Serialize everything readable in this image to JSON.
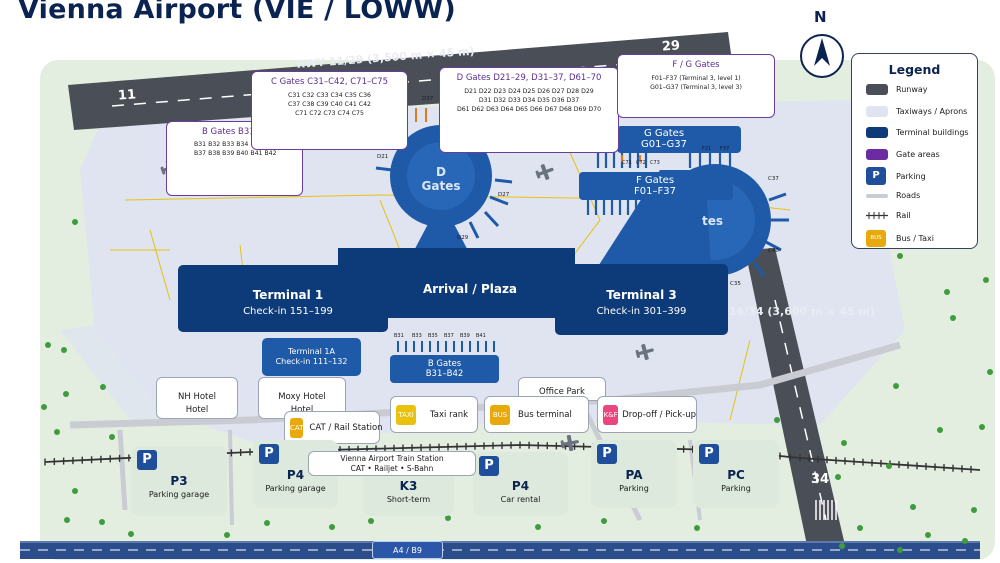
{
  "title": "Vienna Airport (VIE / LOWW)",
  "north": "N",
  "runways": {
    "north": {
      "label": "RWY 11/29 (3,500 m × 45 m)",
      "end_left": "11",
      "end_right": "29"
    },
    "east": {
      "label": "RWY 16/34 (3,600 m × 45 m)",
      "end_bottom": "34"
    }
  },
  "terminals": {
    "t1": {
      "name": "Terminal 1",
      "sub": "Check-in 151–199"
    },
    "plaza": {
      "name": "Arrival / Plaza"
    },
    "t3": {
      "name": "Terminal 3",
      "sub": "Check-in 301–399"
    },
    "t1a": {
      "name": "Terminal 1A",
      "sub": "Check-in 111–132"
    }
  },
  "piers": {
    "d": {
      "name": "D",
      "sub": "Gates"
    },
    "g": {
      "name": "G Gates",
      "sub": "G01–G37"
    },
    "f": {
      "name": "F Gates",
      "sub": "F01–F37"
    },
    "g_ring": {
      "sub": "tes"
    },
    "b": {
      "name": "B Gates",
      "sub": "B31–B42"
    }
  },
  "callouts": {
    "b": {
      "title": "B Gates B31",
      "lines": [
        "B31 B32 B33 B34",
        "B37 B38 B39 B40 B41 B42"
      ]
    },
    "c": {
      "title": "C Gates C31–C42, C71–C75",
      "lines": [
        "C31 C32 C33 C34 C35 C36",
        "C37 C38 C39 C40 C41 C42",
        "C71 C72 C73 C74 C75"
      ]
    },
    "d": {
      "title": "D Gates D21–29, D31–37, D61–70",
      "lines": [
        "D21 D22 D23 D24 D25 D26 D27 D28 D29",
        "D31 D32 D33 D34 D35 D36 D37",
        "D61 D62 D63 D64 D65 D66 D67 D68 D69 D70"
      ]
    },
    "fg": {
      "title": "F / G Gates",
      "lines": [
        "F01–F37  (Terminal 3, level 1)",
        "G01–G37  (Terminal 3, level 3)"
      ]
    }
  },
  "gate_labels": {
    "d37": "D37",
    "d21": "D21",
    "d27": "D27",
    "d29": "D29",
    "c37": "C37",
    "c40": "C40",
    "c35": "C35",
    "c71": "C71",
    "c72": "C72",
    "c73": "C73",
    "f21": "F21",
    "f37": "F37",
    "b31": "B31",
    "b33": "B33",
    "b35": "B35",
    "b37": "B37",
    "b39": "B39",
    "b41": "B41"
  },
  "pois": {
    "nh": {
      "name": "NH Hotel",
      "sub": "Hotel"
    },
    "moxy": {
      "name": "Moxy Hotel",
      "sub": "Hotel"
    },
    "office": {
      "name": "Office Park"
    },
    "cat": {
      "tag": "CAT",
      "label": "CAT / Rail Station"
    },
    "taxi": {
      "tag": "TAXI",
      "label": "Taxi rank"
    },
    "bus": {
      "tag": "BUS",
      "label": "Bus terminal"
    },
    "kf": {
      "tag": "K&F",
      "label": "Drop-off / Pick-up"
    },
    "train": {
      "line1": "Vienna Airport Train Station",
      "line2": "CAT • Railjet • S-Bahn"
    }
  },
  "parking": [
    {
      "code": "P3",
      "sub": "Parking garage"
    },
    {
      "code": "P4",
      "sub": "Parking garage"
    },
    {
      "code": "K3",
      "sub": "Short-term"
    },
    {
      "code": "P4",
      "sub": "Car rental"
    },
    {
      "code": "PA",
      "sub": "Parking"
    },
    {
      "code": "PC",
      "sub": "Parking"
    }
  ],
  "parking_badge": "P",
  "highway": "A4 / B9",
  "legend": {
    "title": "Legend",
    "items": [
      {
        "label": "Runway",
        "color": "#4a4f57"
      },
      {
        "label": "Taxiways / Aprons",
        "color": "#dfe4f0"
      },
      {
        "label": "Terminal buildings",
        "color": "#0d3b7a"
      },
      {
        "label": "Gate areas",
        "color": "#6a2ca0"
      },
      {
        "label": "Parking",
        "color": "#1f4f9a",
        "glyph": "P"
      },
      {
        "label": "Roads",
        "color": "#c9ccd2"
      },
      {
        "label": "Rail",
        "color": "#333333"
      },
      {
        "label": "Bus / Taxi",
        "color": "#e8a90c",
        "glyph": "BUS"
      }
    ]
  },
  "colors": {
    "terminal": "#0d3b7a",
    "pier": "#1e5aa8",
    "apron": "#dfe4f0",
    "grass": "#e4eee0",
    "runway": "#4a4f57",
    "gate_purple": "#6a2ca0",
    "taxi_yellow": "#e8c20c",
    "bus_orange": "#e8a90c",
    "kf_pink": "#e8467c"
  }
}
